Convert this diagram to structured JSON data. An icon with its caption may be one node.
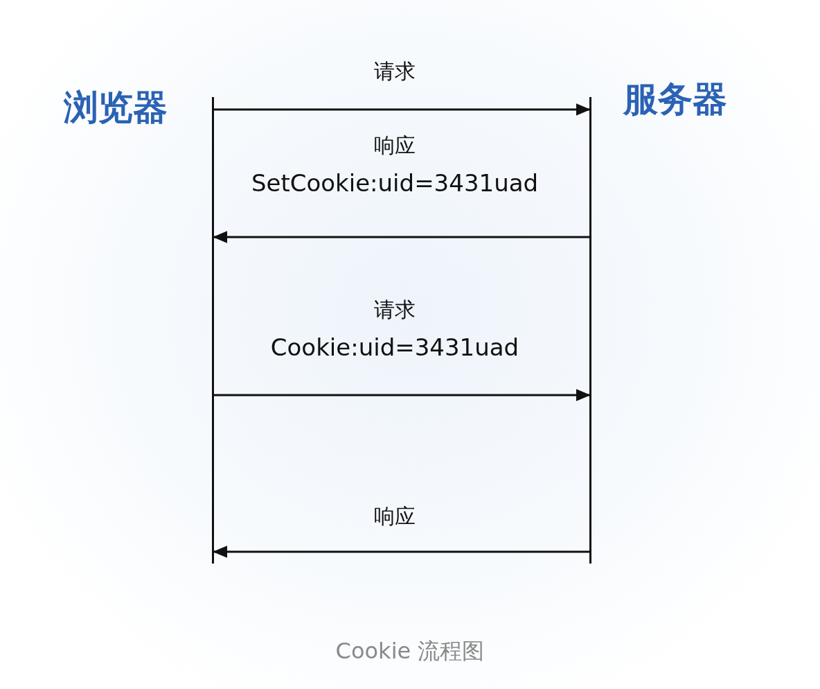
{
  "diagram": {
    "caption": "Cookie 流程图",
    "nodes": [
      {
        "text": [
          "浏览器"
        ]
      },
      {
        "text": [
          "服务器"
        ]
      },
      {
        "text": [],
        "shape": "bar"
      },
      {
        "text": [],
        "shape": "bar"
      }
    ],
    "edges": [
      {
        "from": 2,
        "to": 3,
        "arrow": "to",
        "label": "请求"
      },
      {
        "from": 3,
        "to": 2,
        "arrow": "to",
        "label": "响应 SetCookie:uid=3431uad"
      },
      {
        "from": 2,
        "to": 3,
        "arrow": "to",
        "label": "请求 Cookie:uid=3431uad"
      },
      {
        "from": 3,
        "to": 2,
        "arrow": "to",
        "label": "响应"
      }
    ]
  }
}
